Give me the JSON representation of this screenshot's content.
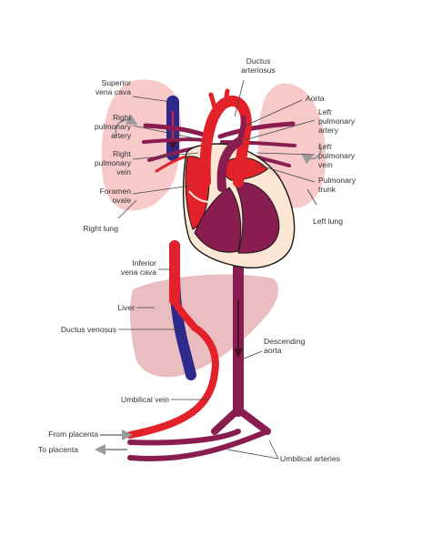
{
  "colors": {
    "oxygenated": "#e2212a",
    "deoxygenated": "#2d2a8c",
    "mixed": "#8a1d4f",
    "lung": "#f4b7b7",
    "liver": "#d9868c",
    "heart_outline": "#1a1a1a",
    "leader_line": "#444444",
    "flow_arrow": "#9a9a9a"
  },
  "labels": {
    "ductus_arteriosus": "Ductus\narteriosus",
    "aorta": "Aorta",
    "superior_vena_cava": "Superior\nvena cava",
    "left_pulmonary_artery": "Left\npulmonary\nartery",
    "right_pulmonary_artery": "Right\npulmonary\nartery",
    "left_pulmonary_vein": "Left\npulmonary\nvein",
    "right_pulmonary_vein": "Right\npulmonary\nvein",
    "pulmonary_trunk": "Pulmonary\ntrunk",
    "foramen_ovale": "Foramen\novale",
    "left_lung": "Left lung",
    "right_lung": "Right lung",
    "inferior_vena_cava": "Inferior\nvena cava",
    "liver": "Liver",
    "ductus_venosus": "Ductus venosus",
    "descending_aorta": "Descending\naorta",
    "umbilical_vein": "Umbilical vein",
    "from_placenta": "From placenta",
    "to_placenta": "To placenta",
    "umbilical_arteries": "Umbilical arteries"
  }
}
